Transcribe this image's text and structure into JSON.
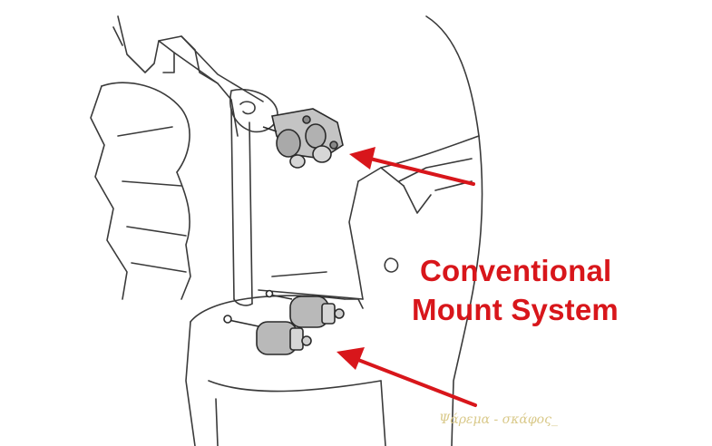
{
  "diagram": {
    "label_line1": "Conventional",
    "label_line2": "Mount System",
    "watermark": "Ψάρεμα - σκάφος_",
    "colors": {
      "label": "#d8161b",
      "arrow": "#d8161b",
      "line": "#3a3a3a",
      "mount_fill": "#b9b9b9",
      "watermark": "#d9c98a"
    }
  }
}
